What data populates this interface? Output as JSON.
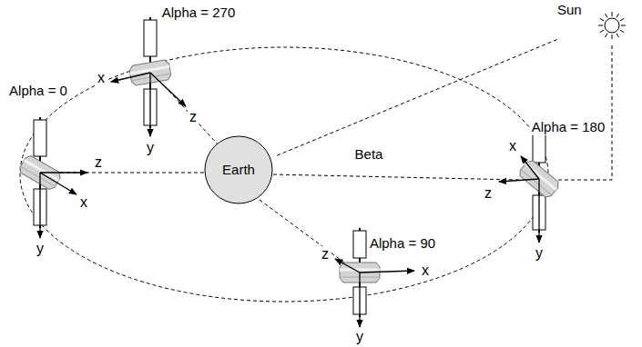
{
  "diagram": {
    "nodes": [
      {
        "text": [
          "Earth"
        ]
      },
      {
        "text": [
          "Sun"
        ]
      }
    ],
    "edges": [
      {
        "from": 0,
        "to": 1,
        "arrow": "none"
      }
    ],
    "labels": [
      "Alpha = 270",
      "x",
      "z",
      "y",
      "Alpha = 0",
      "z",
      "x",
      "y",
      "Beta",
      "Alpha = 90",
      "z",
      "x",
      "y",
      "Alpha = 180",
      "x",
      "z",
      "y"
    ]
  }
}
